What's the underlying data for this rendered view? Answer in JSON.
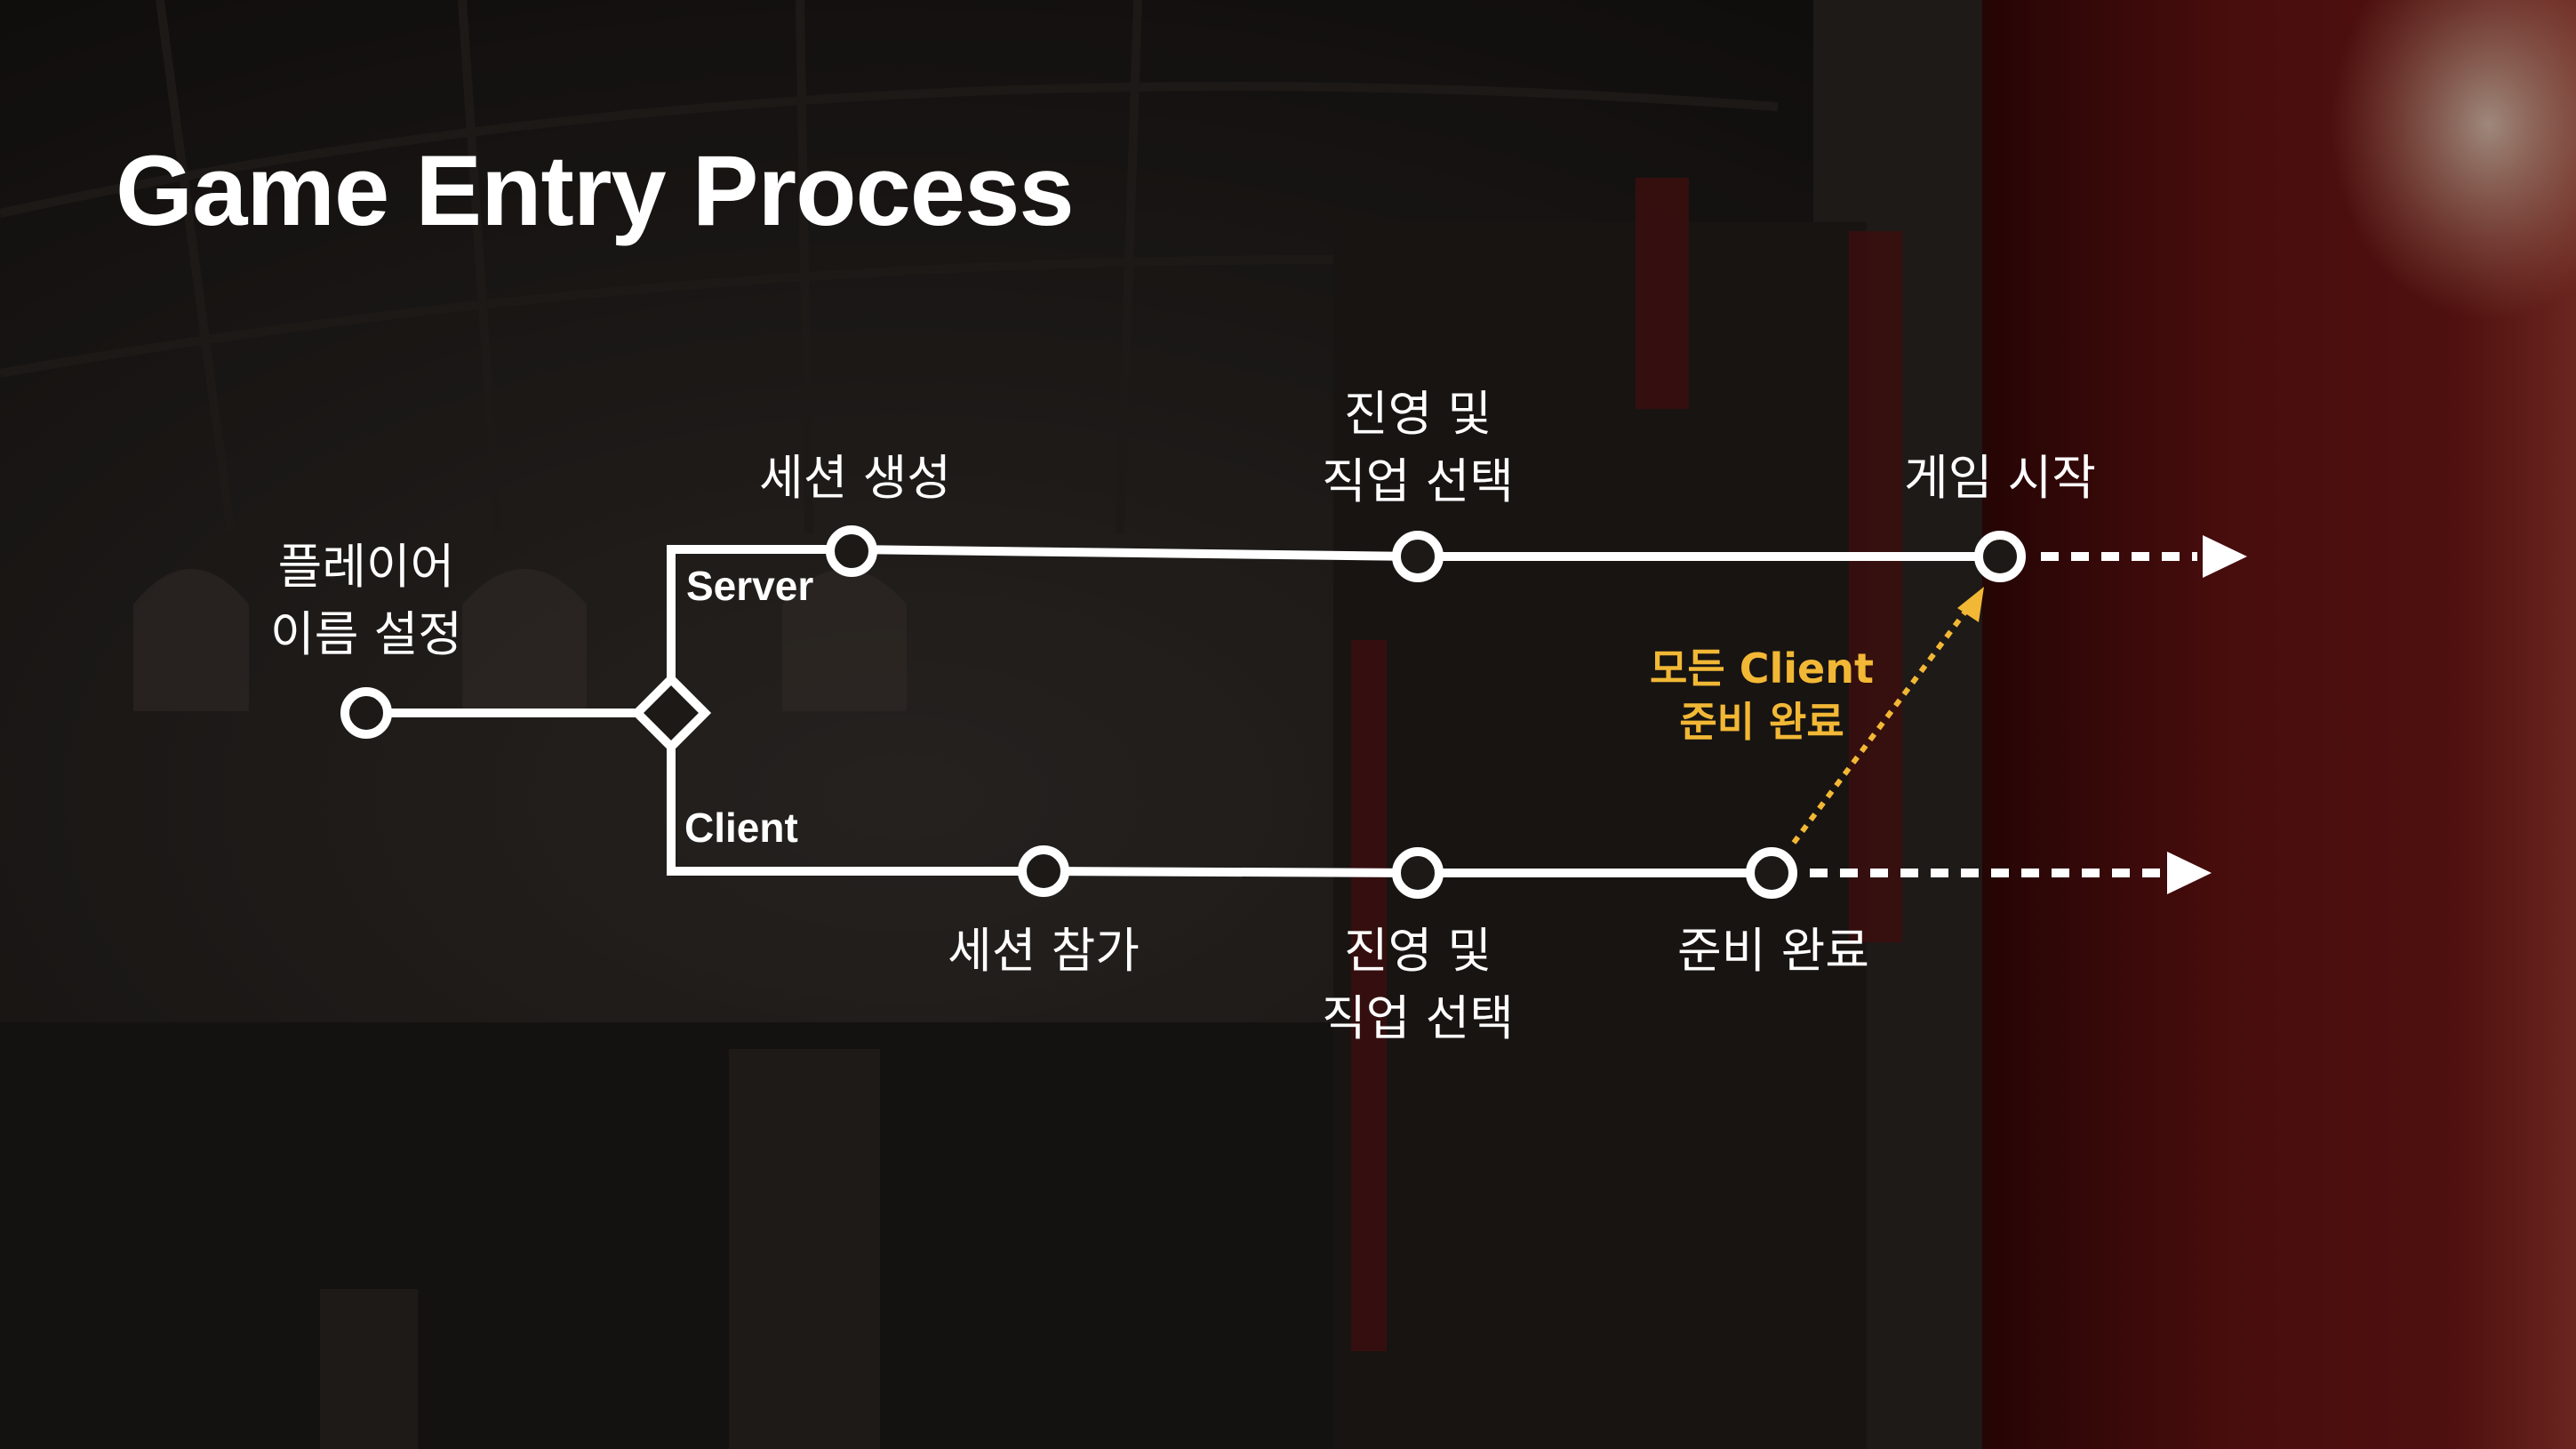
{
  "title": "Game Entry Process",
  "lanes": {
    "server": "Server",
    "client": "Client"
  },
  "steps": {
    "player_name": "플레이어\n이름 설정",
    "create_session": "세션 생성",
    "server_faction_class": "진영 및\n직업 선택",
    "game_start": "게임 시작",
    "join_session": "세션 참가",
    "client_faction_class": "진영 및\n직업 선택",
    "ready": "준비 완료"
  },
  "note": "모든 Client\n준비 완료",
  "colors": {
    "line": "#ffffff",
    "accent": "#f2b835",
    "curtain": "#5e1010"
  }
}
